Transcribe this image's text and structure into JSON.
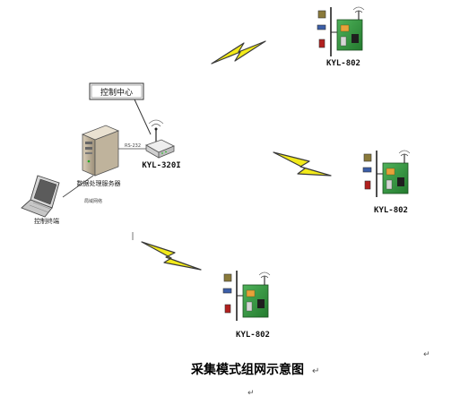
{
  "diagram": {
    "caption": "采集模式组网示意图",
    "caption_mark": "↵",
    "stray_mark_1": "↵",
    "stray_mark_2": "↵",
    "control_center_label": "控制中心",
    "server_label": "数据处理服务器",
    "serial_link_label": "RS-232",
    "network_link_label": "局域网络",
    "terminal_label": "控制终端",
    "gateway_label": "KYL-320I",
    "node_labels": [
      "KYL-802",
      "KYL-802",
      "KYL-802"
    ],
    "colors": {
      "lightning_fill": "#f2ea1a",
      "lightning_stroke": "#3a3a3a",
      "board_green": "#2f8a3a",
      "pole": "#222222"
    }
  }
}
